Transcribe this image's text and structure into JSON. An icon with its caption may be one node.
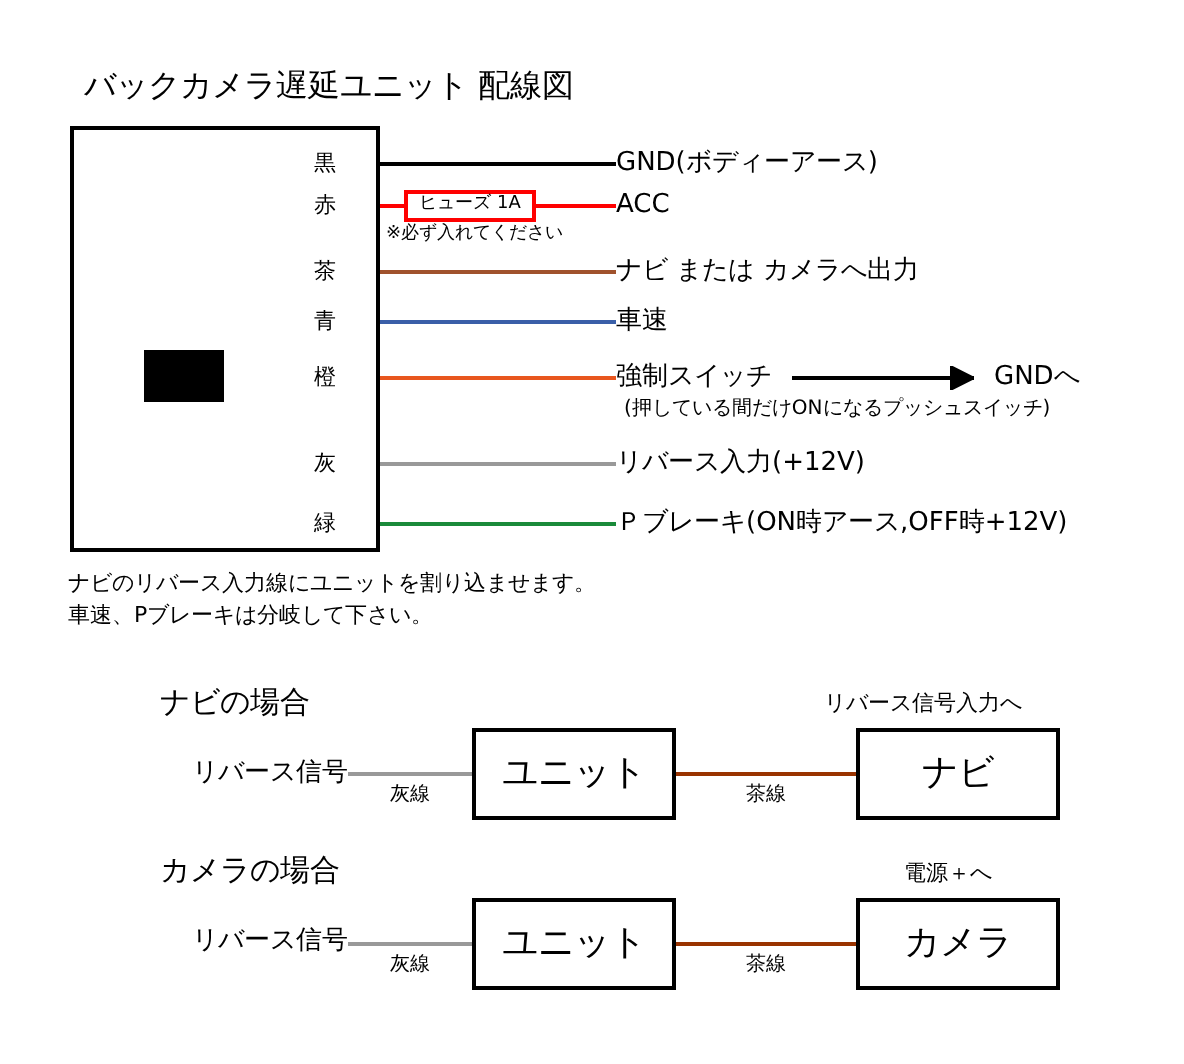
{
  "diagram": {
    "title": "バックカメラ遅延ユニット 配線図",
    "nodes": [
      {
        "text": [
          "黒",
          "赤",
          "茶",
          "青",
          "橙",
          "灰",
          "緑"
        ]
      },
      {
        "text": [
          "GND(ボディーアース)"
        ]
      },
      {
        "text": [
          "ヒューズ 1A"
        ],
        "beside": [
          "※必ず入れてください"
        ]
      },
      {
        "text": [
          "ACC"
        ]
      },
      {
        "text": [
          "ナビ または カメラへ出力"
        ]
      },
      {
        "text": [
          "車速"
        ]
      },
      {
        "text": [
          "強制スイッチ"
        ],
        "beside": [
          "(押している間だけONになるプッシュスイッチ)"
        ]
      },
      {
        "text": [
          "GNDへ"
        ]
      },
      {
        "text": [
          "リバース入力(+12V)"
        ]
      },
      {
        "text": [
          "Ｐブレーキ(ON時アース,OFF時+12V)"
        ]
      },
      {
        "text": [
          "リバース信号"
        ]
      },
      {
        "text": [
          "ユニット"
        ]
      },
      {
        "text": [
          "ナビ"
        ],
        "beside": [
          "リバース信号入力へ"
        ]
      },
      {
        "text": [
          "リバース信号"
        ]
      },
      {
        "text": [
          "ユニット"
        ]
      },
      {
        "text": [
          "カメラ"
        ],
        "beside": [
          "電源＋へ"
        ]
      }
    ],
    "edges": [
      {
        "from": 0,
        "to": 1,
        "arrow": "none",
        "color": "#000000"
      },
      {
        "from": 0,
        "to": 2,
        "arrow": "none",
        "color": "#ff0000"
      },
      {
        "from": 2,
        "to": 3,
        "arrow": "none",
        "color": "#ff0000"
      },
      {
        "from": 0,
        "to": 4,
        "arrow": "none",
        "color": "#a0522d"
      },
      {
        "from": 0,
        "to": 5,
        "arrow": "none",
        "color": "#3a5fa8"
      },
      {
        "from": 0,
        "to": 6,
        "arrow": "none",
        "color": "#e8561e"
      },
      {
        "from": 6,
        "to": 7,
        "arrow": "to",
        "color": "#000000"
      },
      {
        "from": 0,
        "to": 8,
        "arrow": "none",
        "color": "#999999"
      },
      {
        "from": 0,
        "to": 9,
        "arrow": "none",
        "color": "#1a8a3a"
      },
      {
        "from": 10,
        "to": 11,
        "arrow": "none",
        "label": "灰線",
        "color": "#999999"
      },
      {
        "from": 11,
        "to": 12,
        "arrow": "none",
        "label": "茶線",
        "color": "#993300"
      },
      {
        "from": 13,
        "to": 14,
        "arrow": "none",
        "label": "灰線",
        "color": "#999999"
      },
      {
        "from": 14,
        "to": 15,
        "arrow": "none",
        "label": "茶線",
        "color": "#993300"
      }
    ],
    "labels": [
      "ナビのリバース入力線にユニットを割り込ませます。",
      "車速、Pブレーキは分岐して下さい。",
      "ナビの場合",
      "カメラの場合"
    ]
  }
}
